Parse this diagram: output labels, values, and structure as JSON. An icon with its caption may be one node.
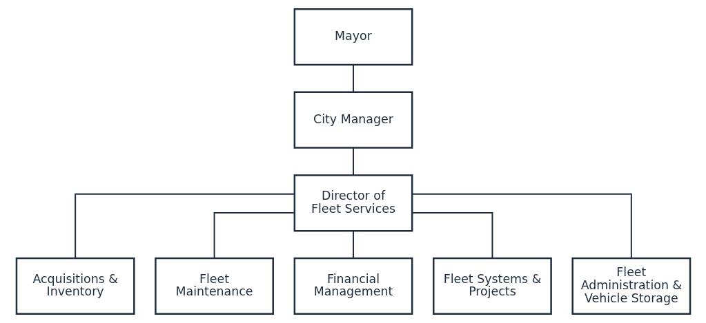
{
  "diagram": {
    "nodes": [
      {
        "text": [
          "Mayor"
        ]
      },
      {
        "text": [
          "City Manager"
        ]
      },
      {
        "text": [
          "Director of Fleet Services"
        ]
      },
      {
        "text": [
          "Acquisitions & Inventory"
        ]
      },
      {
        "text": [
          "Fleet Maintenance"
        ]
      },
      {
        "text": [
          "Financial Management"
        ]
      },
      {
        "text": [
          "Fleet Systems & Projects"
        ]
      },
      {
        "text": [
          "Fleet Administration & Vehicle Storage"
        ]
      }
    ],
    "edges": [
      {
        "from": 0,
        "to": 1,
        "arrow": "none"
      },
      {
        "from": 1,
        "to": 2,
        "arrow": "none"
      },
      {
        "from": 2,
        "to": 3,
        "arrow": "none"
      },
      {
        "from": 2,
        "to": 4,
        "arrow": "none"
      },
      {
        "from": 2,
        "to": 5,
        "arrow": "none"
      },
      {
        "from": 2,
        "to": 6,
        "arrow": "none"
      },
      {
        "from": 2,
        "to": 7,
        "arrow": "none"
      }
    ]
  }
}
